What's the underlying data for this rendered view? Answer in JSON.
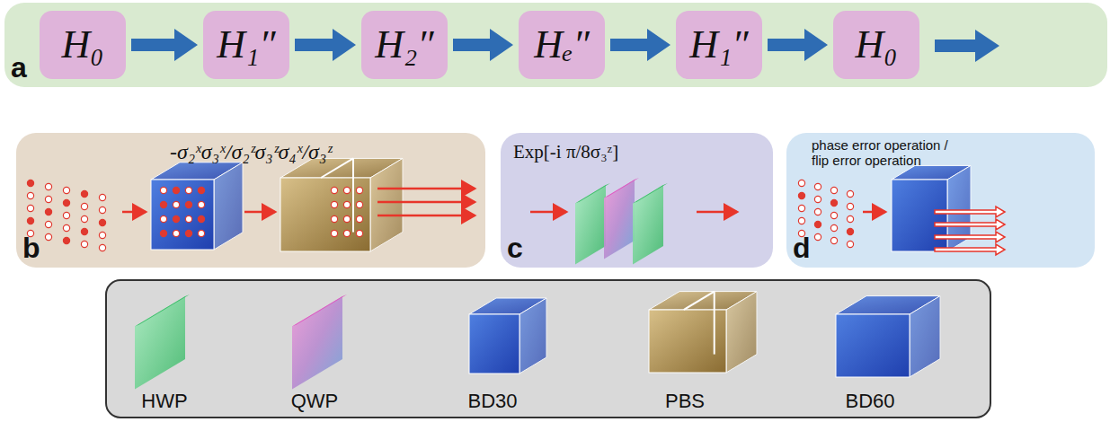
{
  "diagram": {
    "nodes": [
      {
        "text": [
          "a"
        ]
      },
      {
        "text": [
          "H₀"
        ],
        "in": 0
      },
      {
        "text": [
          "H₁″"
        ],
        "in": 0
      },
      {
        "text": [
          "H₂″"
        ],
        "in": 0
      },
      {
        "text": [
          "Hₑ″"
        ],
        "in": 0
      },
      {
        "text": [
          "H₁″"
        ],
        "in": 0
      },
      {
        "text": [
          "H₀"
        ],
        "in": 0
      },
      {
        "text": [
          "-σ₂ˣσ₃ˣ/σ₂ᶻσ₃ᶻσ₄ˣ/σ₃ᶻ",
          "b"
        ]
      },
      {
        "text": [
          "Exp[-i π/8σ₃ᶻ]",
          "c"
        ]
      },
      {
        "text": [
          "phase error operation / flip error operation",
          "d"
        ]
      }
    ],
    "edges": [
      {
        "from": 1,
        "to": 2,
        "arrow": "to"
      },
      {
        "from": 2,
        "to": 3,
        "arrow": "to"
      },
      {
        "from": 3,
        "to": 4,
        "arrow": "to"
      },
      {
        "from": 4,
        "to": 5,
        "arrow": "to"
      },
      {
        "from": 5,
        "to": 6,
        "arrow": "to"
      }
    ],
    "labels": [
      "HWP",
      "QWP",
      "BD30",
      "PBS",
      "BD60"
    ]
  }
}
